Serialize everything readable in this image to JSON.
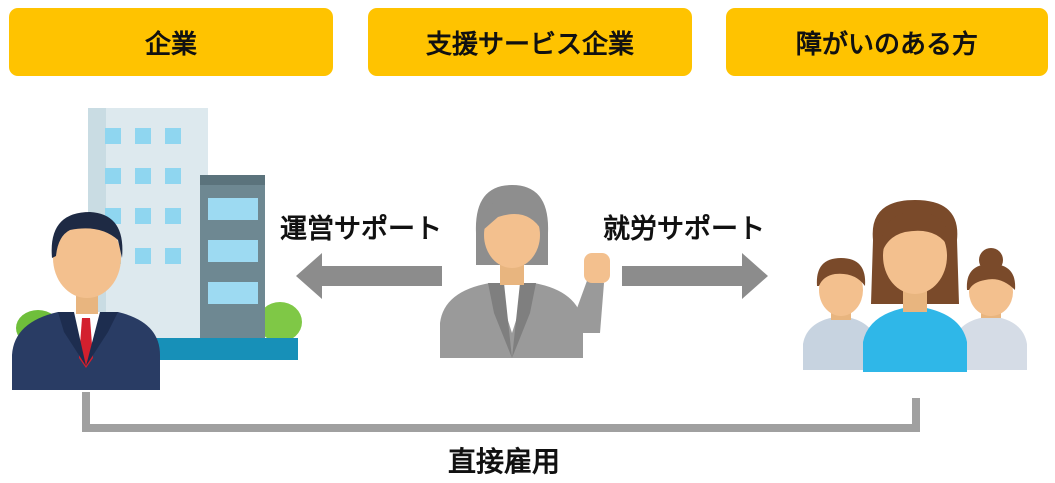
{
  "headers": {
    "company": "企業",
    "support_company": "支援サービス企業",
    "disabled_person": "障がいのある方"
  },
  "labels": {
    "operation_support": "運営サポート",
    "employment_support": "就労サポート",
    "direct_employment": "直接雇用"
  },
  "colors": {
    "header_bg": "#FFC300",
    "arrow": "#8C8C8C",
    "connector": "#A0A0A0"
  }
}
